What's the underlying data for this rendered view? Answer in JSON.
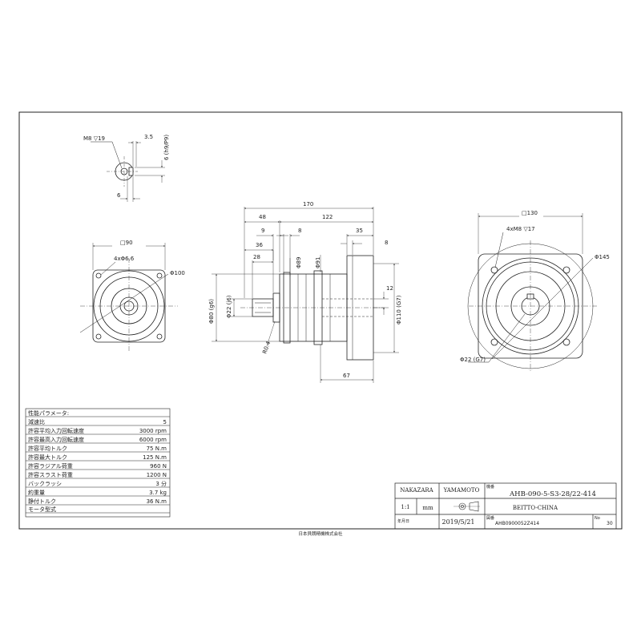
{
  "dims": {
    "shaft_end": {
      "tap": "M8 ▽19",
      "key_offset": "3.5",
      "key_width": "6 (h9/P9)",
      "key_depth": "6"
    },
    "input_view": {
      "square": "□90",
      "holes": "4xΦ6.6",
      "pcd": "Φ100"
    },
    "side_view": {
      "overall": "170",
      "d48": "48",
      "d122": "122",
      "d9": "9",
      "d8a": "8",
      "d36": "36",
      "d35": "35",
      "d8b": "8",
      "d28": "28",
      "d89": "Φ89",
      "d91": "Φ91",
      "d12": "12",
      "d80": "Φ80 (g6)",
      "d22": "Φ22 (j6)",
      "d110": "Φ110 (G7)",
      "r": "R0.4",
      "d67": "67"
    },
    "output_view": {
      "square": "□130",
      "holes": "4xM8 ▽17",
      "pcd": "Φ145",
      "bore": "Φ22 (G7)"
    }
  },
  "params": {
    "header": "性能パラメータ:",
    "rows": [
      {
        "label": "減速比",
        "value": "5"
      },
      {
        "label": "許容平均入力回転速度",
        "value": "3000 rpm"
      },
      {
        "label": "許容最高入力回転速度",
        "value": "6000 rpm"
      },
      {
        "label": "許容平均トルク",
        "value": "75 N.m"
      },
      {
        "label": "許容最大トルク",
        "value": "125 N.m"
      },
      {
        "label": "許容ラジアル荷重",
        "value": "960 N"
      },
      {
        "label": "許容スラスト荷重",
        "value": "1200 N"
      },
      {
        "label": "バックラッシ",
        "value": "3 分"
      },
      {
        "label": "約重量",
        "value": "3.7 kg"
      },
      {
        "label": "静付トルク",
        "value": "36 N.m"
      },
      {
        "label": "モータ型式",
        "value": ""
      }
    ]
  },
  "titleblock": {
    "drafter": "NAKAZARA",
    "checker": "YAMAMOTO",
    "model_label": "機番",
    "model": "AHB-090-5-S3-28/22-414",
    "scale": "1:1",
    "unit": "mm",
    "company": "BEITTO-CHINA",
    "date_label": "年月日",
    "date": "2019/5/21",
    "code_label": "図番",
    "code": "AHB0900052Z414",
    "sheet_label": "No",
    "sheet": "30"
  },
  "footer": "日本貝朗精機株式会社"
}
